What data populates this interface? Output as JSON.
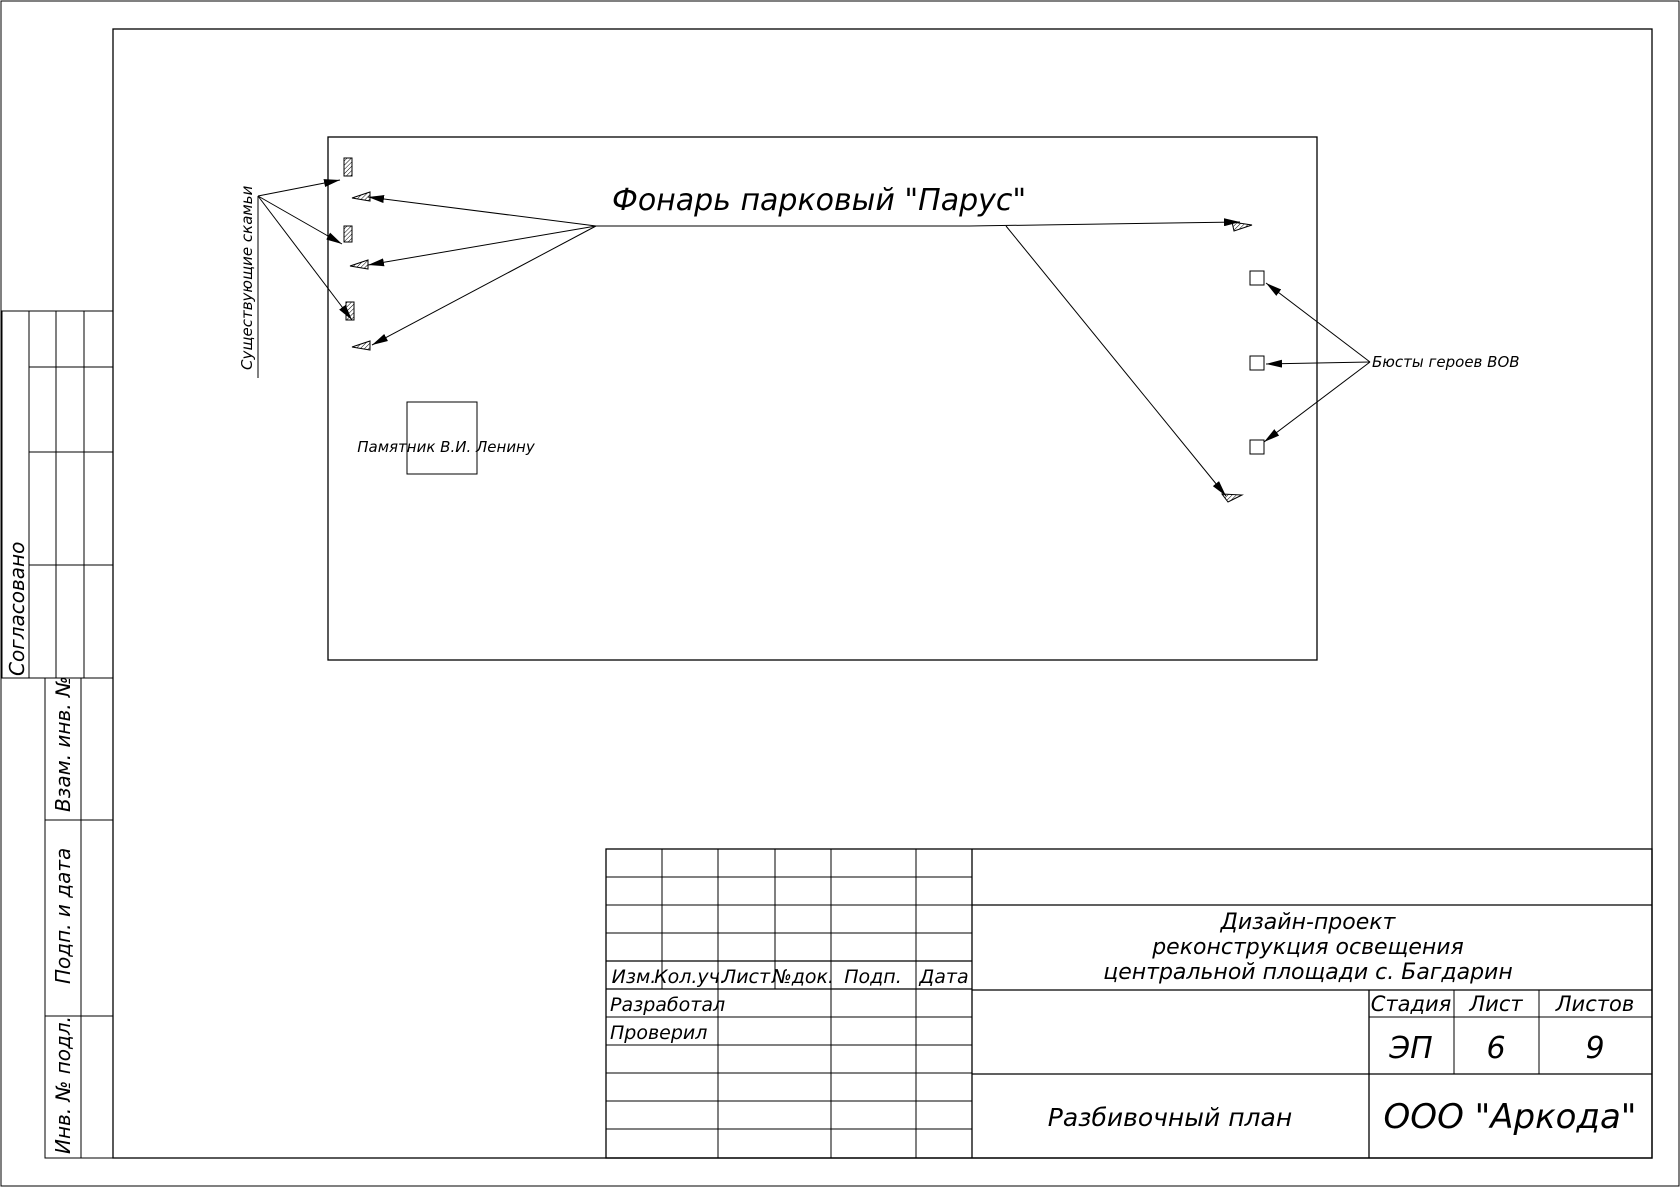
{
  "plan": {
    "lamp_label": "Фонарь парковый \"Парус\"",
    "benches_label": "Существующие скамьи",
    "busts_label": "Бюсты героев ВОВ",
    "monument_label": "Памятник В.И. Ленину"
  },
  "side_stamp": {
    "agreed": "Согласовано",
    "replace_inv": "Взам. инв. №",
    "sign_date": "Подп. и дата",
    "inv_orig": "Инв. № подл."
  },
  "title_block": {
    "headers": [
      "Изм.",
      "Кол.уч.",
      "Лист",
      "№док.",
      "Подп.",
      "Дата"
    ],
    "developed": "Разработал",
    "checked": "Проверил",
    "project_line1": "Дизайн-проект",
    "project_line2": "реконструкция освещения",
    "project_line3": "центральной площади с. Багдарин",
    "stage_header": "Стадия",
    "sheet_header": "Лист",
    "sheets_header": "Листов",
    "stage": "ЭП",
    "sheet": "6",
    "sheets": "9",
    "sheet_name": "Разбивочный план",
    "company": "ООО \"Аркода\""
  }
}
